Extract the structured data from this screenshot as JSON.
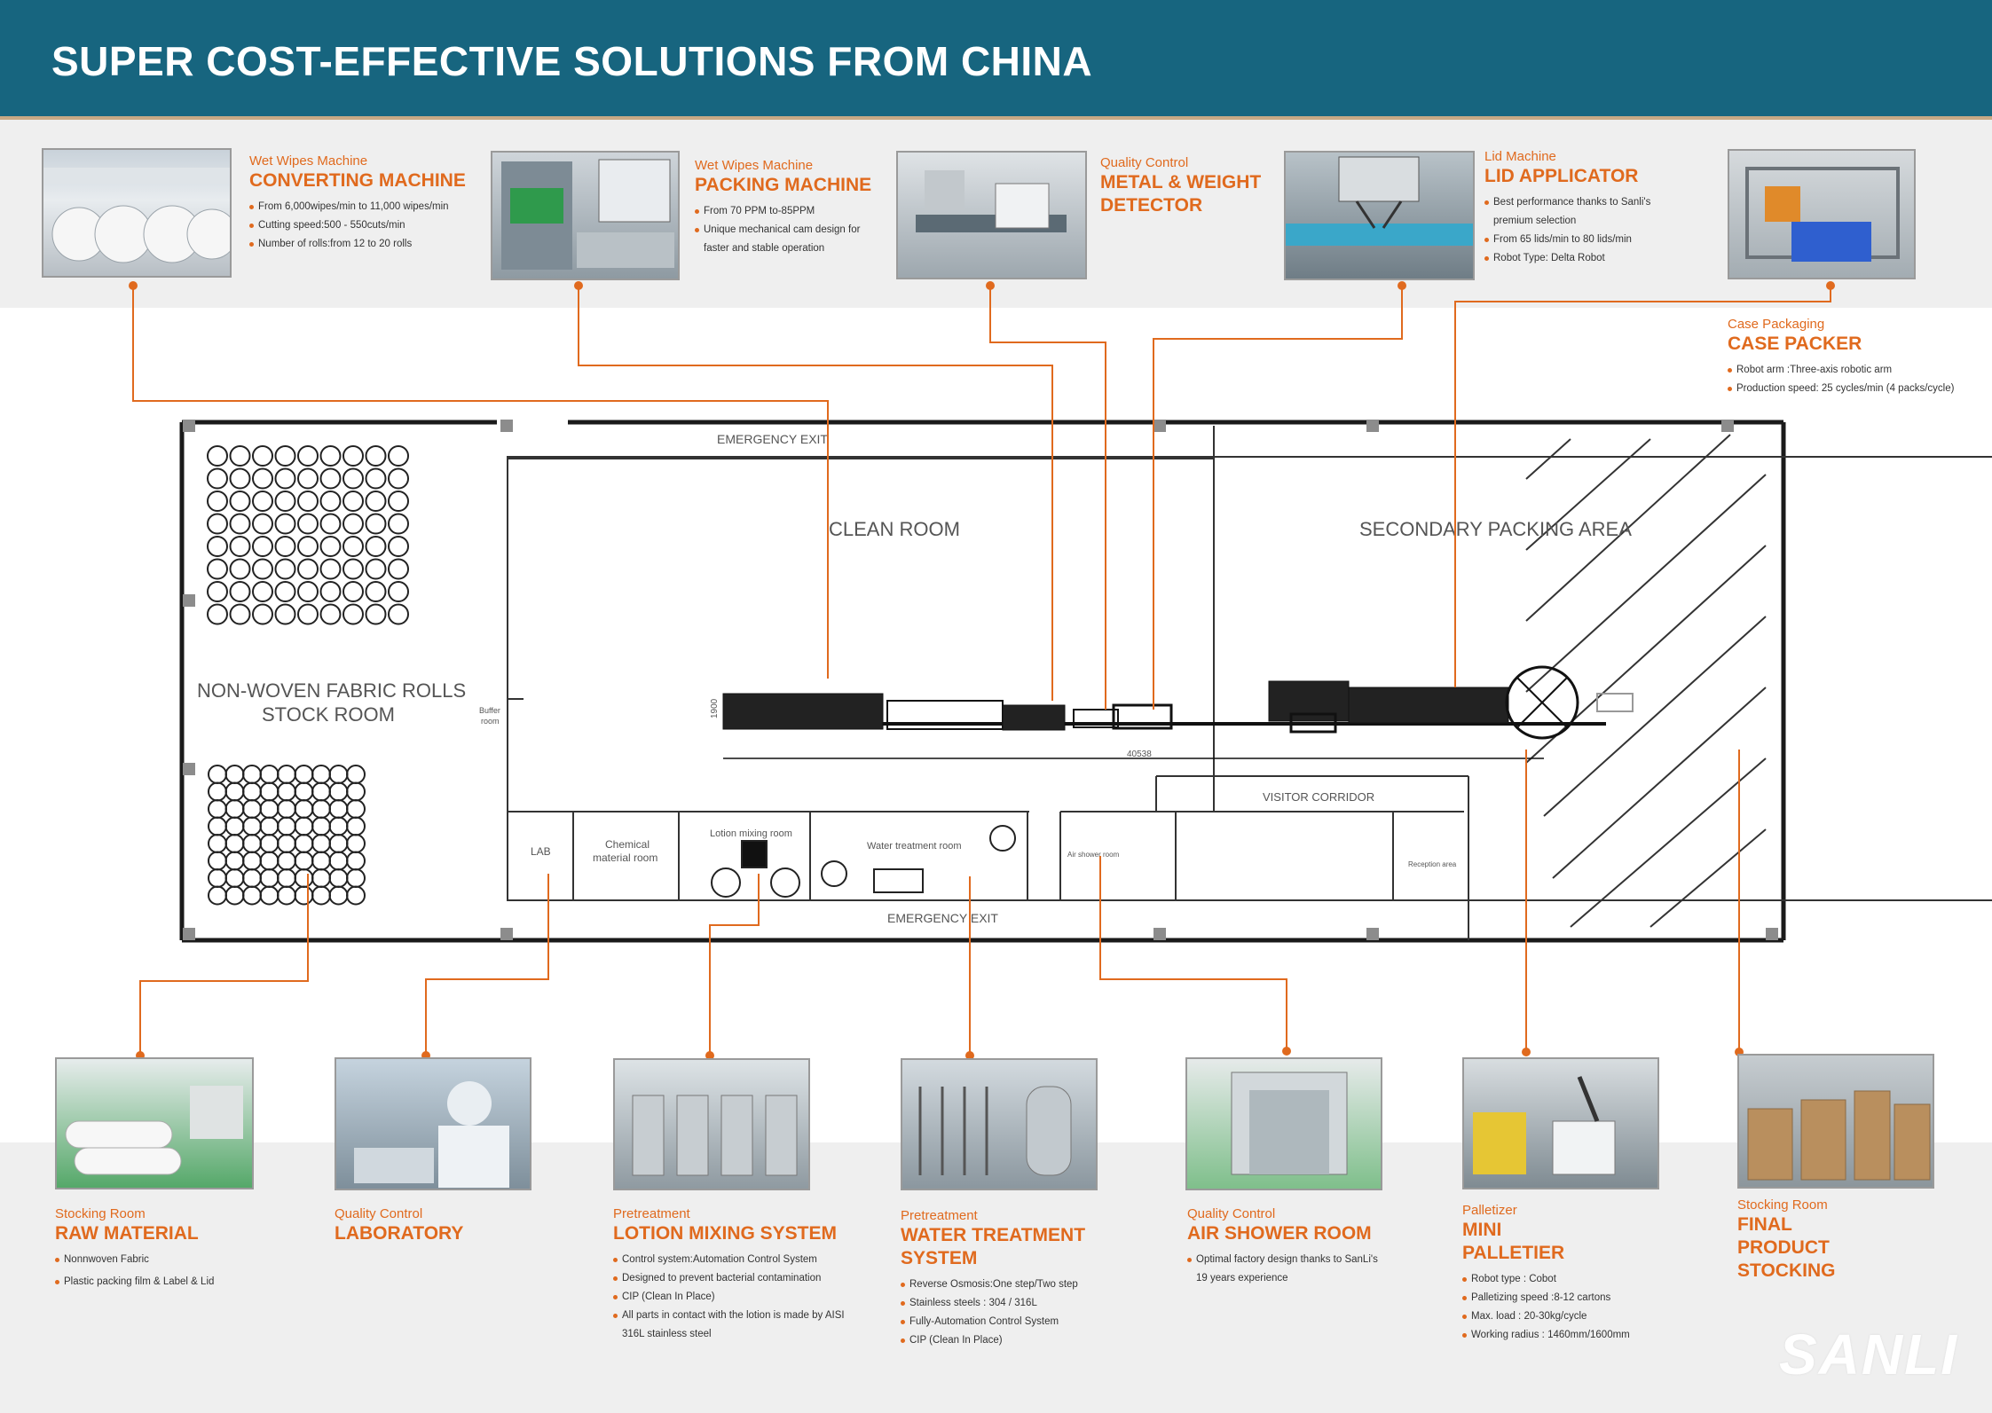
{
  "header": {
    "title": "SUPER COST-EFFECTIVE SOLUTIONS FROM CHINA"
  },
  "colors": {
    "header_bg": "#17657f",
    "accent": "#e06a1e",
    "band": "#efefef"
  },
  "top_callouts": [
    {
      "category": "Wet Wipes Machine",
      "title": "CONVERTING MACHINE",
      "bullets": [
        "From 6,000wipes/min to 11,000 wipes/min",
        "Cutting speed:500 - 550cuts/min",
        "Number of rolls:from 12 to 20 rolls"
      ]
    },
    {
      "category": "Wet Wipes Machine",
      "title": "PACKING MACHINE",
      "bullets": [
        "From 70 PPM to-85PPM",
        "Unique mechanical cam design for faster and stable operation"
      ]
    },
    {
      "category": "Quality Control",
      "title": "METAL & WEIGHT DETECTOR",
      "bullets": []
    },
    {
      "category": "Lid Machine",
      "title": "LID APPLICATOR",
      "bullets": [
        "Best performance thanks to Sanli's premium selection",
        "From 65 lids/min to 80 lids/min",
        "Robot Type: Delta Robot"
      ]
    },
    {
      "category": "Case Packaging",
      "title": "CASE PACKER",
      "bullets": [
        "Robot arm :Three-axis robotic arm",
        "Production speed: 25 cycles/min (4 packs/cycle)"
      ]
    }
  ],
  "bottom_callouts": [
    {
      "category": "Stocking Room",
      "title": "RAW MATERIAL",
      "bullets": [
        "Nonnwoven Fabric",
        "Plastic packing film & Label & Lid"
      ]
    },
    {
      "category": "Quality Control",
      "title": "LABORATORY",
      "bullets": []
    },
    {
      "category": "Pretreatment",
      "title": "LOTION MIXING SYSTEM",
      "bullets": [
        "Control system:Automation Control System",
        "Designed to prevent bacterial contamination",
        "CIP (Clean In Place)",
        "All parts in contact with the lotion is made by AISI 316L stainless steel"
      ]
    },
    {
      "category": "Pretreatment",
      "title": "WATER  TREATMENT SYSTEM",
      "bullets": [
        "Reverse Osmosis:One step/Two step",
        "Stainless steels : 304 / 316L",
        "Fully-Automation Control System",
        "CIP (Clean In Place)"
      ]
    },
    {
      "category": "Quality Control",
      "title": "AIR SHOWER ROOM",
      "bullets": [
        "Optimal factory design thanks to SanLi's 19 years experience"
      ]
    },
    {
      "category": "Palletizer",
      "title": "MINI PALLETIER",
      "bullets": [
        "Robot type : Cobot",
        "Palletizing speed :8-12 cartons",
        "Max. load : 20-30kg/cycle",
        "Working radius : 1460mm/1600mm"
      ]
    },
    {
      "category": "Stocking Room",
      "title": "FINAL PRODUCT STOCKING",
      "bullets": []
    }
  ],
  "floor_plan": {
    "emergency_exit_top": "EMERGENCY EXIT",
    "emergency_exit_bottom": "EMERGENCY EXIT",
    "clean_room": "CLEAN ROOM",
    "secondary_packing": "SECONDARY PACKING AREA",
    "stock_room_line1": "NON-WOVEN FABRIC ROLLS",
    "stock_room_line2": "STOCK ROOM",
    "buffer_room_line1": "Buffer",
    "buffer_room_line2": "room",
    "visitor_corridor": "VISITOR CORRIDOR",
    "lab": "LAB",
    "chemical_line1": "Chemical",
    "chemical_line2": "material room",
    "lotion_room": "Lotion mixing room",
    "water_room": "Water treatment room",
    "air_shower": "Air shower room",
    "reception": "Reception area",
    "dim_length": "40538",
    "dim_width": "1900"
  },
  "logo": {
    "text": "SANLI"
  }
}
